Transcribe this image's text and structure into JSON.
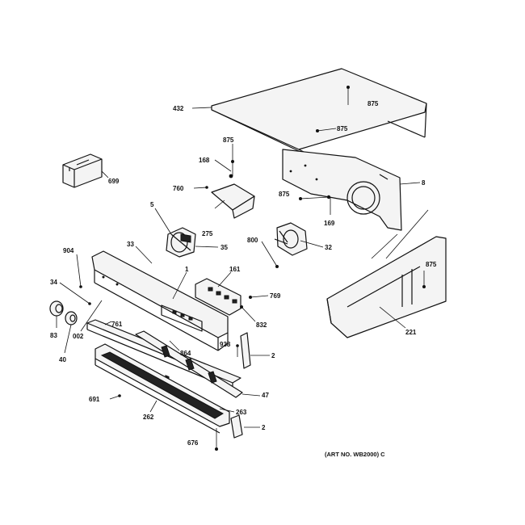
{
  "callouts": {
    "p432": "432",
    "p875a": "875",
    "p875b": "875",
    "p875c": "875",
    "p875d": "875",
    "p875e": "875",
    "p168": "168",
    "p699": "699",
    "p760": "760",
    "p275": "275",
    "p8": "8",
    "p169": "169",
    "p5": "5",
    "p33": "33",
    "p35": "35",
    "p800": "800",
    "p32": "32",
    "p904": "904",
    "p1": "1",
    "p161": "161",
    "p34": "34",
    "p769": "769",
    "p83": "83",
    "p40": "40",
    "p002": "002",
    "p761": "761",
    "p832": "832",
    "p938": "938",
    "p2a": "2",
    "p864": "864",
    "p221": "221",
    "p691": "691",
    "p47": "47",
    "p262": "262",
    "p263": "263",
    "p2b": "2",
    "p676": "676"
  },
  "art_number": "(ART NO. WB2000) C"
}
